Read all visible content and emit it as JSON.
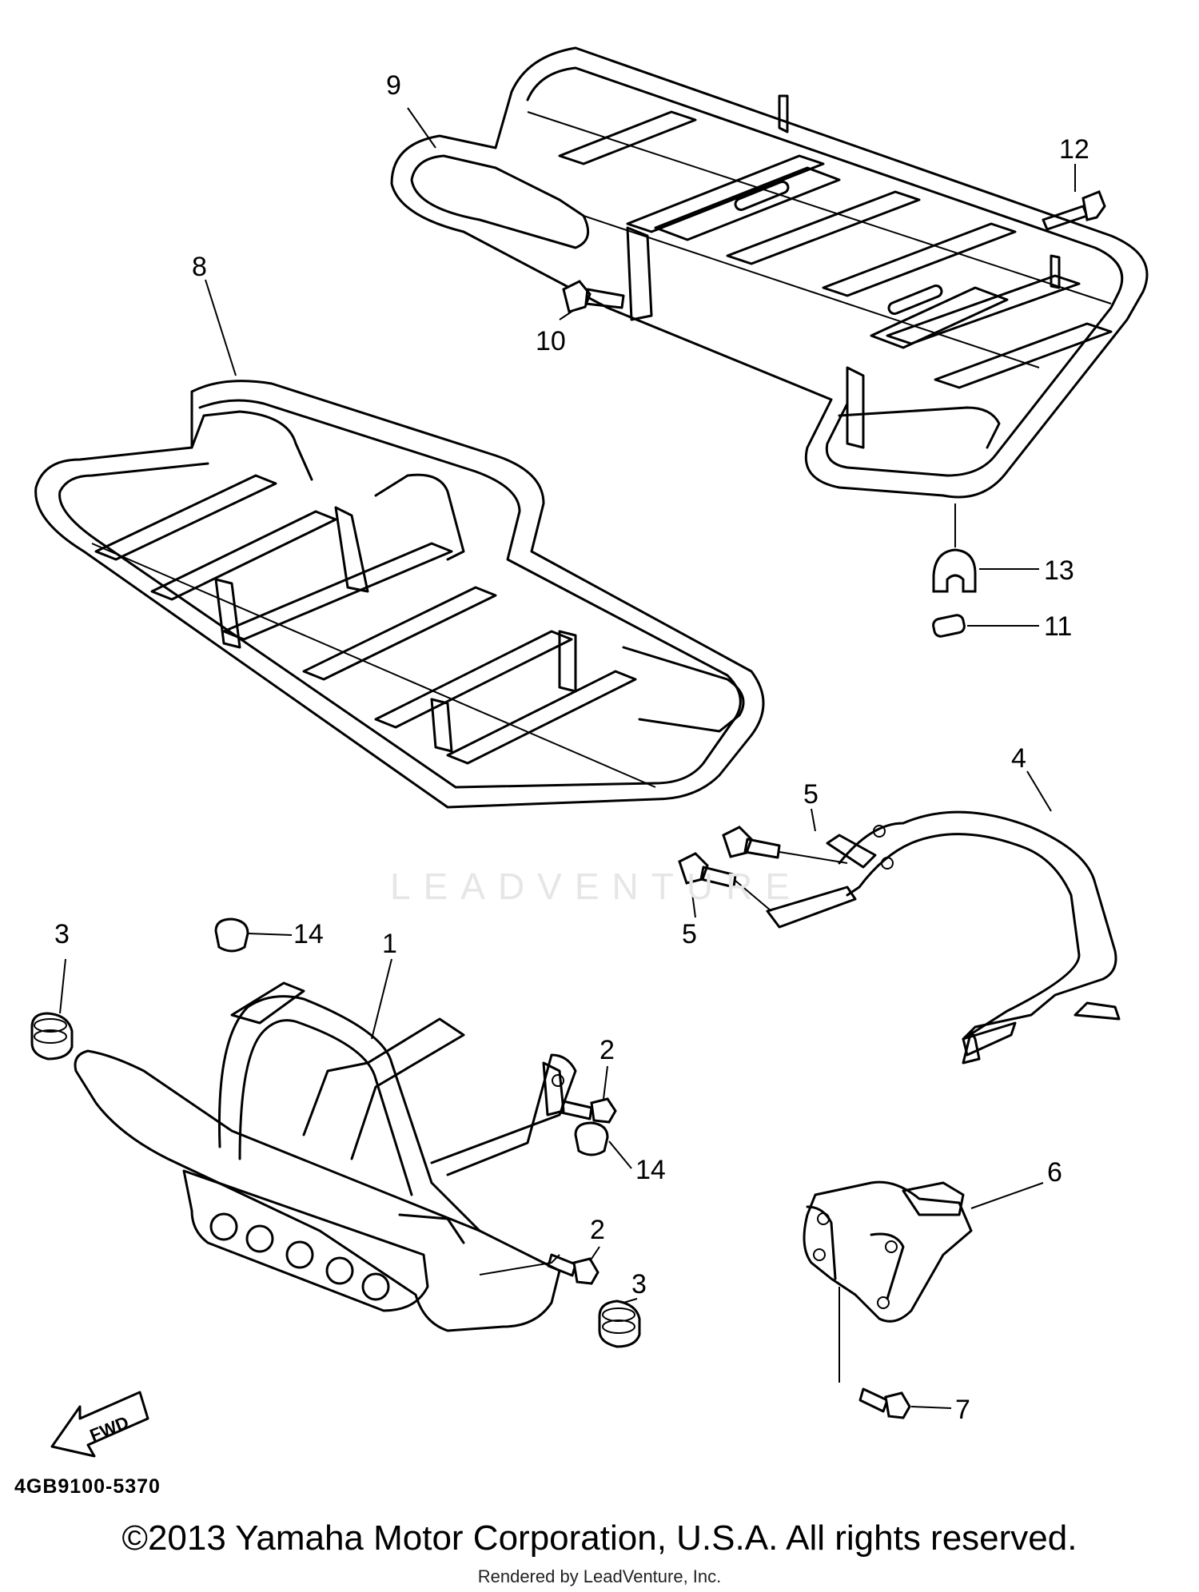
{
  "diagram": {
    "callouts": [
      {
        "id": "rear-carrier",
        "label": "9"
      },
      {
        "id": "front-carrier",
        "label": "8"
      },
      {
        "id": "bolt-12",
        "label": "12"
      },
      {
        "id": "bolt-10",
        "label": "10"
      },
      {
        "id": "collar-13",
        "label": "13"
      },
      {
        "id": "collar-11",
        "label": "11"
      },
      {
        "id": "rear-guard",
        "label": "4"
      },
      {
        "id": "bolt-5-upper",
        "label": "5"
      },
      {
        "id": "bolt-5-lower",
        "label": "5"
      },
      {
        "id": "front-guard",
        "label": "1"
      },
      {
        "id": "damper-3-left",
        "label": "3"
      },
      {
        "id": "damper-3-right",
        "label": "3"
      },
      {
        "id": "grommet-14-upper",
        "label": "14"
      },
      {
        "id": "grommet-14-lower",
        "label": "14"
      },
      {
        "id": "bolt-2-upper",
        "label": "2"
      },
      {
        "id": "bolt-2-lower",
        "label": "2"
      },
      {
        "id": "bracket-6",
        "label": "6"
      },
      {
        "id": "bolt-7",
        "label": "7"
      }
    ],
    "fwd_label": "FWD",
    "watermark": "LEADVENTURE"
  },
  "footer": {
    "part_number": "4GB9100-5370",
    "copyright": "©2013 Yamaha Motor Corporation, U.S.A. All rights reserved.",
    "rendered_by": "Rendered by LeadVenture, Inc."
  }
}
